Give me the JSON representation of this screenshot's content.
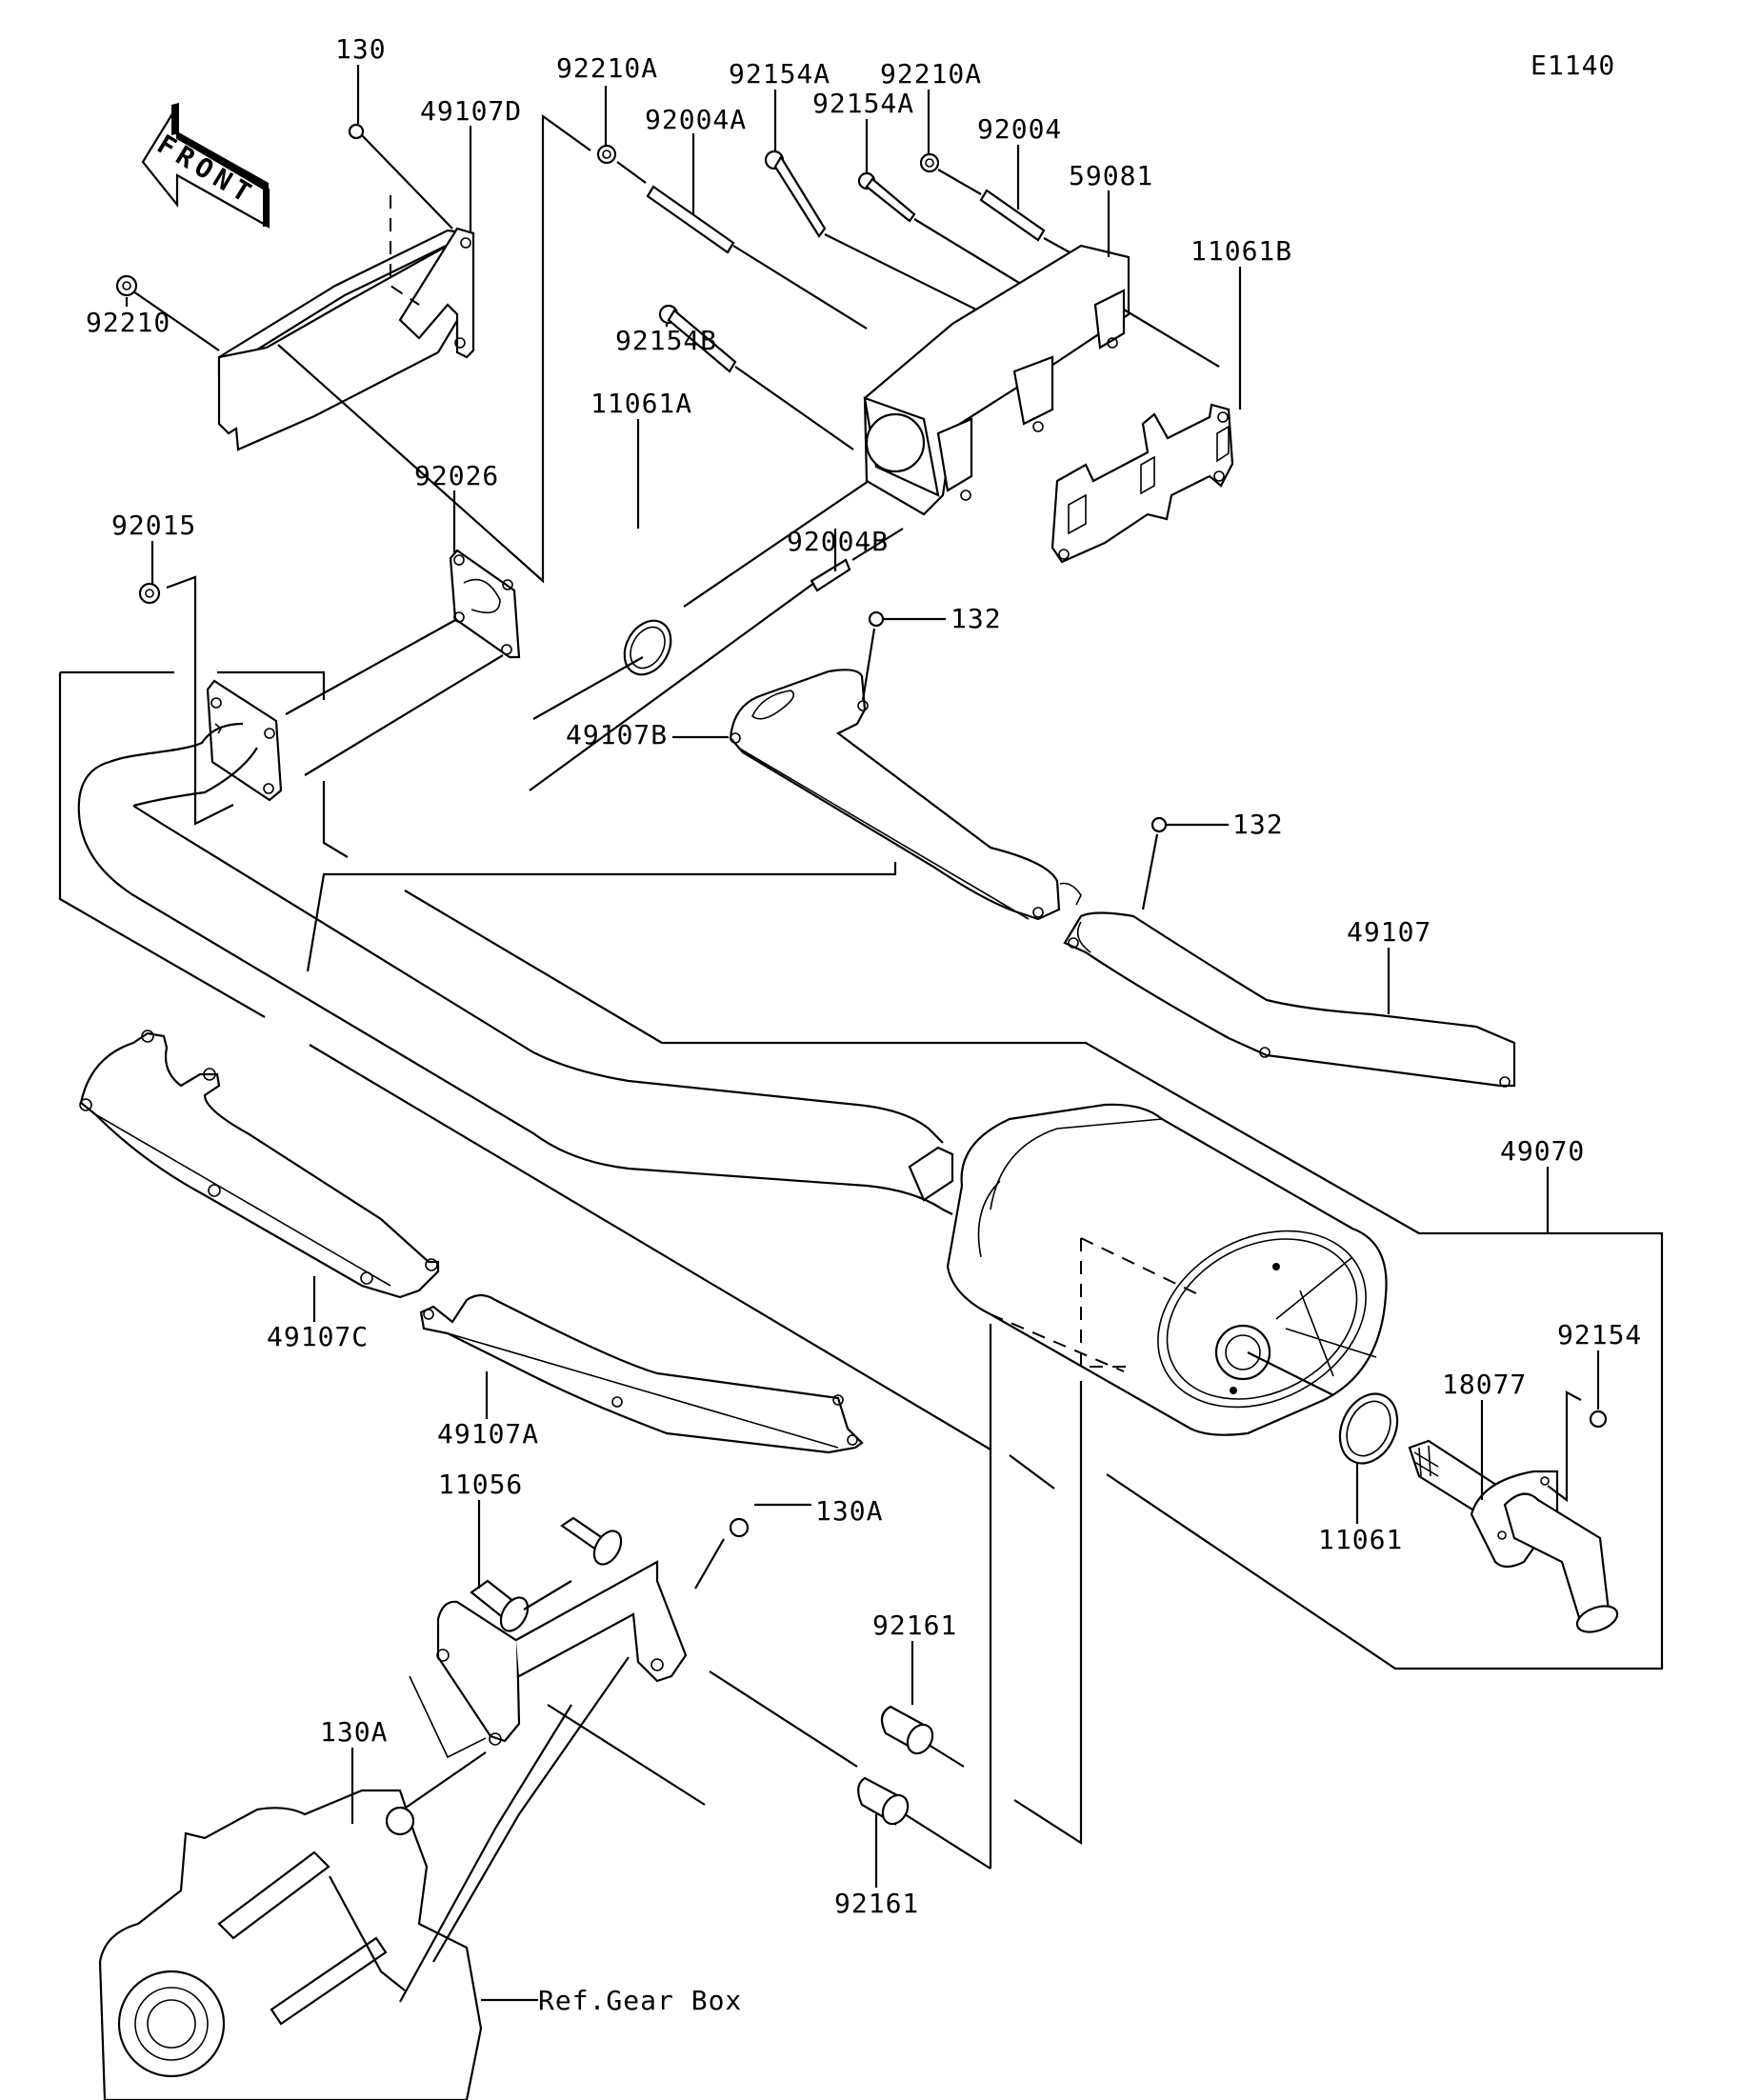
{
  "diagram": {
    "title_code": "E1140",
    "front_arrow_text": "FRONT",
    "reference_note": "Ref.Gear Box",
    "callouts": [
      {
        "id": "c130",
        "label": "130",
        "part": "bolt"
      },
      {
        "id": "c49107D",
        "label": "49107D",
        "part": "heat guard cover"
      },
      {
        "id": "c92210",
        "label": "92210",
        "part": "nut"
      },
      {
        "id": "c92210A_1",
        "label": "92210A",
        "part": "nut"
      },
      {
        "id": "c92004A",
        "label": "92004A",
        "part": "stud"
      },
      {
        "id": "c92154A_1",
        "label": "92154A",
        "part": "bolt"
      },
      {
        "id": "c92154A_2",
        "label": "92154A",
        "part": "bolt"
      },
      {
        "id": "c92210A_2",
        "label": "92210A",
        "part": "nut"
      },
      {
        "id": "c92004",
        "label": "92004",
        "part": "stud"
      },
      {
        "id": "c59081",
        "label": "59081",
        "part": "exhaust manifold"
      },
      {
        "id": "c11061B",
        "label": "11061B",
        "part": "manifold gasket"
      },
      {
        "id": "c92154B",
        "label": "92154B",
        "part": "bolt"
      },
      {
        "id": "c11061A",
        "label": "11061A",
        "part": "gasket ring"
      },
      {
        "id": "c92004B",
        "label": "92004B",
        "part": "stud"
      },
      {
        "id": "c92026",
        "label": "92026",
        "part": "flange gasket"
      },
      {
        "id": "c92015",
        "label": "92015",
        "part": "nut"
      },
      {
        "id": "c132_1",
        "label": "132",
        "part": "screw"
      },
      {
        "id": "c49107B",
        "label": "49107B",
        "part": "heat guard"
      },
      {
        "id": "c132_2",
        "label": "132",
        "part": "screw"
      },
      {
        "id": "c49107",
        "label": "49107",
        "part": "heat guard"
      },
      {
        "id": "c49070",
        "label": "49070",
        "part": "muffler assembly"
      },
      {
        "id": "c92154",
        "label": "92154",
        "part": "bolt"
      },
      {
        "id": "c18077",
        "label": "18077",
        "part": "spark arrester tail pipe"
      },
      {
        "id": "c11061",
        "label": "11061",
        "part": "gasket"
      },
      {
        "id": "c49107C",
        "label": "49107C",
        "part": "heat guard"
      },
      {
        "id": "c49107A",
        "label": "49107A",
        "part": "heat guard"
      },
      {
        "id": "c11056",
        "label": "11056",
        "part": "bracket"
      },
      {
        "id": "c130A_1",
        "label": "130A",
        "part": "bolt"
      },
      {
        "id": "c130A_2",
        "label": "130A",
        "part": "bolt"
      },
      {
        "id": "c92161_1",
        "label": "92161",
        "part": "collar"
      },
      {
        "id": "c92161_2",
        "label": "92161",
        "part": "collar"
      }
    ]
  }
}
